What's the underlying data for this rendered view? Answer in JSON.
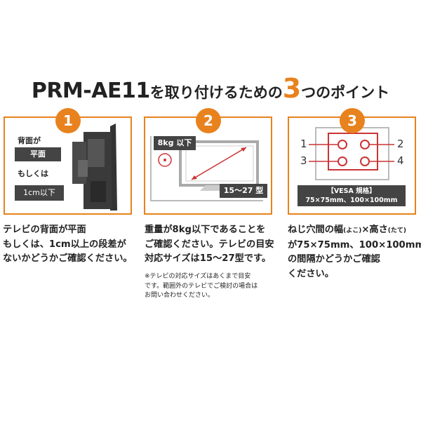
{
  "header": {
    "model": "PRM-AE11",
    "mid": "を取り付けるための",
    "num": "3",
    "end": "つのポイント"
  },
  "brand_color": "#e8821e",
  "points": [
    {
      "number": "1",
      "labels": {
        "back": "背面が",
        "flat": "平面",
        "or": "もしくは",
        "step": "1cm以下"
      },
      "text": "テレビの背面が平面\nもしくは、1cm以上の段差が\nないかどうかご確認ください。"
    },
    {
      "number": "2",
      "labels": {
        "weight": "8kg 以下",
        "size": "15～27 型"
      },
      "text": "重量が8kg以下であることを\nご確認ください。テレビの目安\n対応サイズは15～27型です。",
      "note": "※テレビの対応サイズはあくまで目安\nです。範囲外のテレビでご検討の場合は\nお問い合わせください。"
    },
    {
      "number": "3",
      "holes": [
        "1",
        "2",
        "3",
        "4"
      ],
      "labels": {
        "vesa": "【VESA 規格】",
        "vesa_sizes": "75×75mm、100×100mm"
      },
      "text_parts": {
        "line1a": "ねじ穴間の幅",
        "line1b": "(よこ)",
        "line1c": "×高さ",
        "line1d": "(たて)",
        "line2": "が75×75mm、100×100mm",
        "line3": "の間隔かどうかご確認",
        "line4": "ください。"
      }
    }
  ]
}
